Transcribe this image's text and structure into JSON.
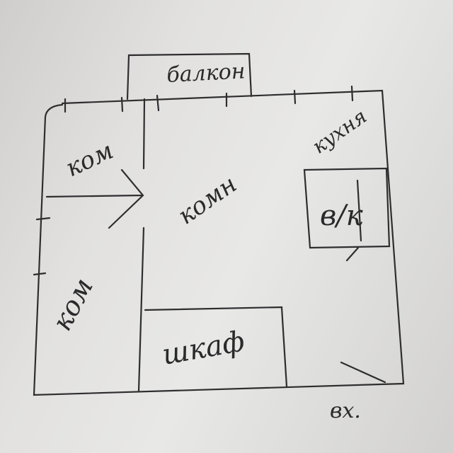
{
  "plan": {
    "balcony": "балкон",
    "kitchen": "кухня",
    "room_top_left": "ком",
    "room_center": "комн",
    "bathroom": "в/к",
    "room_bottom_left": "ком",
    "wardrobe": "шкаф",
    "entrance": "вх."
  }
}
